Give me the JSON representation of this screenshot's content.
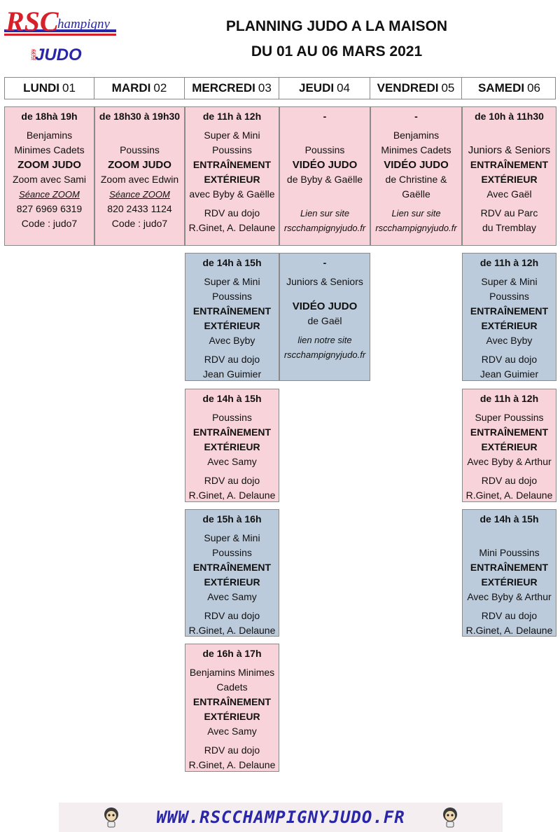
{
  "logo": {
    "club": "RSC",
    "city": "hampigny",
    "sport": "JUDO",
    "kanji": "柔道"
  },
  "title": {
    "line1": "PLANNING JUDO A LA MAISON",
    "line2": "DU 01 AU 06 MARS 2021"
  },
  "days": [
    {
      "name": "LUNDI",
      "num": "01"
    },
    {
      "name": "MARDI",
      "num": "02"
    },
    {
      "name": "MERCREDI",
      "num": "03"
    },
    {
      "name": "JEUDI",
      "num": "04"
    },
    {
      "name": "VENDREDI",
      "num": "05"
    },
    {
      "name": "SAMEDI",
      "num": "06"
    }
  ],
  "sessions": {
    "lun1": {
      "time": "de 18hà 19h",
      "l1": "Benjamins",
      "l2": "Minimes Cadets",
      "l3": "ZOOM JUDO",
      "l4": "Zoom avec Sami",
      "l5": "Séance ZOOM",
      "l6": "827 6969 6319",
      "l7": "Code : judo7"
    },
    "mar1": {
      "time": "de 18h30 à 19h30",
      "l1": "Poussins",
      "l2": "ZOOM JUDO",
      "l3": "Zoom avec Edwin",
      "l4": "Séance ZOOM",
      "l5": "820 2433 1124",
      "l6": "Code : judo7"
    },
    "mer1": {
      "time": "de 11h à 12h",
      "l1": "Super & Mini",
      "l2": "Poussins",
      "l3": "ENTRAÎNEMENT",
      "l4": "EXTÉRIEUR",
      "l5": "avec Byby & Gaëlle",
      "l6": "RDV au dojo",
      "l7": "R.Ginet, A. Delaune"
    },
    "jeu1": {
      "time": "-",
      "l1": "Poussins",
      "l2": "VIDÉO JUDO",
      "l3": "de Byby & Gaëlle",
      "l4": "Lien sur site",
      "l5": "rscchampignyjudo.fr"
    },
    "ven1": {
      "time": "-",
      "l1": "Benjamins",
      "l2": "Minimes Cadets",
      "l3": "VIDÉO JUDO",
      "l4": "de Christine &",
      "l5": "Gaëlle",
      "l6": "Lien sur site",
      "l7": "rscchampignyjudo.fr"
    },
    "sam1": {
      "time": "de 10h à 11h30",
      "l1": "Juniors & Seniors",
      "l2": "ENTRAÎNEMENT",
      "l3": "EXTÉRIEUR",
      "l4": "Avec Gaël",
      "l5": "RDV au Parc",
      "l6": "du Tremblay"
    },
    "mer2": {
      "time": "de 14h à 15h",
      "l1": "Super & Mini",
      "l2": "Poussins",
      "l3": "ENTRAÎNEMENT",
      "l4": "EXTÉRIEUR",
      "l5": "Avec Byby",
      "l6": "RDV au dojo",
      "l7": "Jean Guimier"
    },
    "jeu2": {
      "time": "-",
      "l1": "Juniors & Seniors",
      "l2": "VIDÉO JUDO",
      "l3": "de Gaël",
      "l4": "lien notre site",
      "l5": "rscchampignyjudo.fr"
    },
    "sam2": {
      "time": "de 11h à 12h",
      "l1": "Super & Mini",
      "l2": "Poussins",
      "l3": "ENTRAÎNEMENT",
      "l4": "EXTÉRIEUR",
      "l5": "Avec Byby",
      "l6": "RDV au dojo",
      "l7": "Jean Guimier"
    },
    "mer3": {
      "time": "de 14h à 15h",
      "l1": "Poussins",
      "l2": "ENTRAÎNEMENT",
      "l3": "EXTÉRIEUR",
      "l4": "Avec Samy",
      "l5": "RDV au dojo",
      "l6": "R.Ginet, A. Delaune"
    },
    "sam3": {
      "time": "de 11h à 12h",
      "l1": "Super Poussins",
      "l2": "ENTRAÎNEMENT",
      "l3": "EXTÉRIEUR",
      "l4": "Avec Byby & Arthur",
      "l5": "RDV au dojo",
      "l6": "R.Ginet, A. Delaune"
    },
    "mer4": {
      "time": "de 15h à 16h",
      "l1": "Super & Mini",
      "l2": "Poussins",
      "l3": "ENTRAÎNEMENT",
      "l4": "EXTÉRIEUR",
      "l5": "Avec Samy",
      "l6": "RDV au dojo",
      "l7": "R.Ginet, A. Delaune"
    },
    "sam4": {
      "time": "de 14h à 15h",
      "l1": "Mini Poussins",
      "l2": "ENTRAÎNEMENT",
      "l3": "EXTÉRIEUR",
      "l4": "Avec Byby & Arthur",
      "l5": "RDV au dojo",
      "l6": "R.Ginet, A. Delaune"
    },
    "mer5": {
      "time": "de 16h à 17h",
      "l1": "Benjamins Minimes",
      "l2": "Cadets",
      "l3": "ENTRAÎNEMENT",
      "l4": "EXTÉRIEUR",
      "l5": "Avec Samy",
      "l6": "RDV au dojo",
      "l7": "R.Ginet, A. Delaune"
    }
  },
  "footer": {
    "url": "WWW.RSCCHAMPIGNYJUDO.FR"
  },
  "colors": {
    "pink": "#f8d3d9",
    "blue": "#bccbdc",
    "brand_red": "#d8202a",
    "brand_blue": "#2a26a8"
  }
}
